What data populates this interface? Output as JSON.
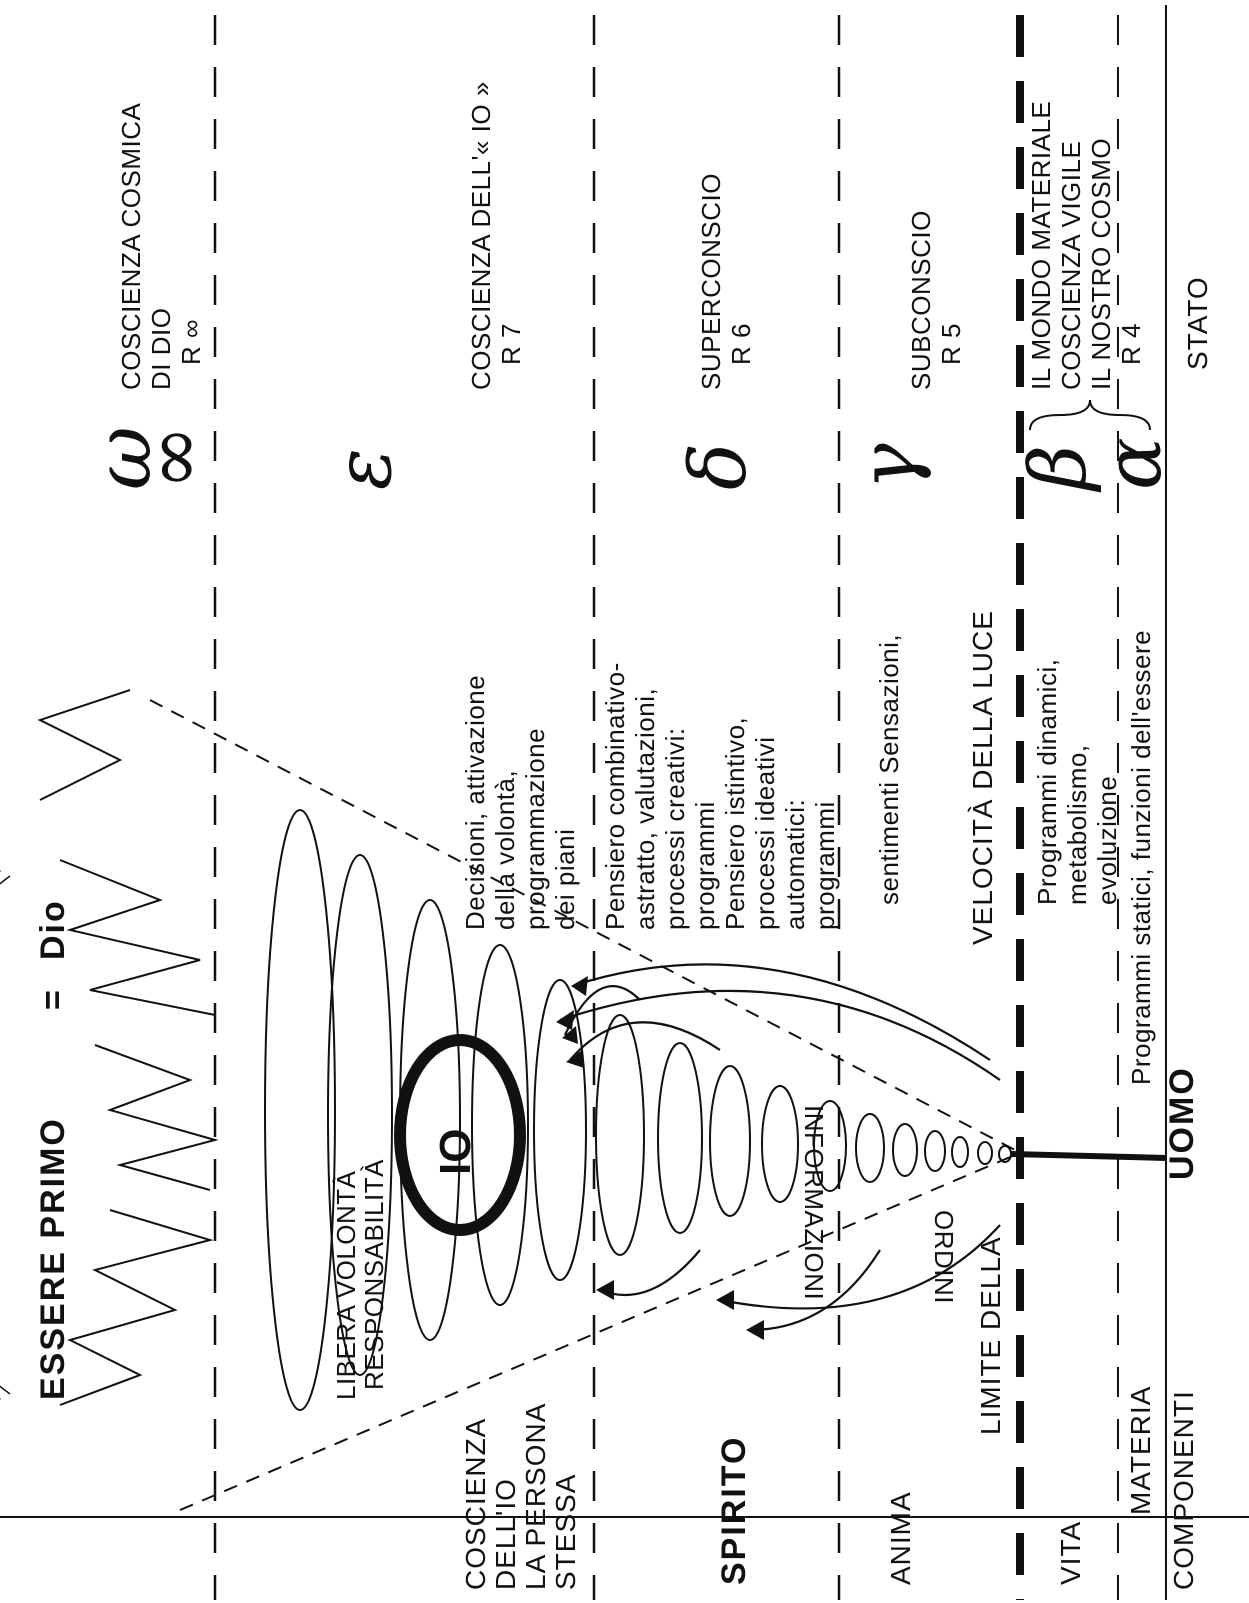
{
  "header": {
    "title": "ESSERE PRIMO",
    "equals": "=",
    "subject": "Dio"
  },
  "axis_labels": {
    "componenti": "COMPONENTI",
    "stato": "STATO",
    "uomo": "UOMO"
  },
  "components": {
    "coscienza_io": [
      "COSCIENZA",
      "DELL'IO",
      "LA PERSONA",
      "STESSA"
    ],
    "spirito": "SPIRITO",
    "anima": "ANIMA",
    "limite": "LIMITE DELLA",
    "velocita": "VELOCITÀ DELLA LUCE",
    "vita": "VITA",
    "materia": "MATERIA"
  },
  "descriptions": {
    "decisioni": [
      "Decisioni, attivazione",
      "della volontà,",
      "programmazione",
      "dei piani"
    ],
    "pensiero": [
      "Pensiero combinativo-",
      "astratto, valutazioni,",
      "processi creativi:",
      "programmi",
      "Pensiero istintivo,",
      "processi ideativi",
      "automatici:",
      "programmi"
    ],
    "sentimenti": "sentimenti Sensazioni,",
    "programmi_dinamici": [
      "Programmi dinamici,",
      "metabolismo,",
      "evoluzione"
    ],
    "programmi_statici": "Programmi statici, funzioni dell'essere"
  },
  "states": {
    "r_inf": [
      "COSCIENZA COSMICA",
      "DI DIO",
      "R ∞"
    ],
    "r7": [
      "COSCIENZA DELL'« IO »",
      "R 7"
    ],
    "r6": [
      "SUPERCONSCIO",
      "R 6"
    ],
    "r5": [
      "SUBCONSCIO",
      "R 5"
    ],
    "r4": [
      "IL MONDO MATERIALE",
      "COSCIENZA VIGILE",
      "IL NOSTRO COSMO",
      "R 4"
    ]
  },
  "greek": {
    "omega": "ω",
    "infinity": "∞",
    "epsilon": "ε",
    "delta": "δ",
    "gamma": "γ",
    "beta": "β",
    "alpha": "α"
  },
  "cone": {
    "center_label": "IO",
    "libera": "LIBERA VOLONTÀ",
    "responsabilita": "RESPONSABILITÀ",
    "informazioni": "INFORMAZIONI",
    "ordini": "ORDINI"
  },
  "colors": {
    "ink": "#111111",
    "paper": "#ffffff"
  }
}
